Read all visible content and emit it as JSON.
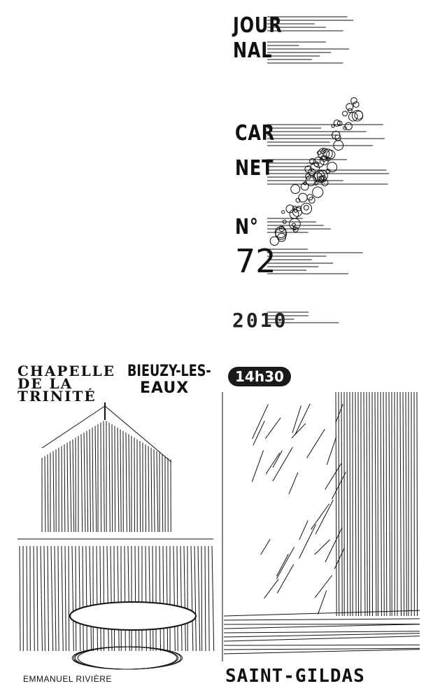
{
  "cover": {
    "title_line1": "JOUR",
    "title_line2": "NAL",
    "subtitle_line1": "CAR",
    "subtitle_line2": "NET",
    "number_prefix": "N°",
    "number": "72",
    "year": "2010"
  },
  "sketch": {
    "caption_line1": "CHAPELLE",
    "caption_line2": "DE LA",
    "caption_line3": "TRINITÉ",
    "place_line1": "BIEUZY-LES-",
    "place_line2": "EAUX",
    "time": "14h30",
    "signature": "EMMANUEL RIVIÈRE",
    "location": "SAINT-GILDAS"
  },
  "colors": {
    "ink": "#111111",
    "paper": "#ffffff"
  }
}
